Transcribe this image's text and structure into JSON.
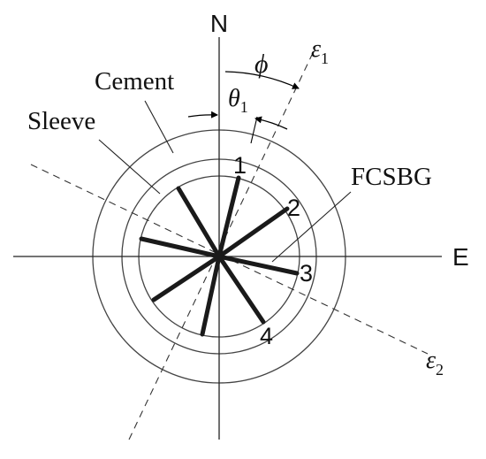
{
  "labels": {
    "north": "N",
    "east": "E",
    "cement": "Cement",
    "sleeve": "Sleeve",
    "fcsbg": "FCSBG",
    "phi": "ϕ",
    "theta": "θ",
    "theta_sub": "1",
    "epsilon1": "ε",
    "epsilon1_sub": "1",
    "epsilon2": "ε",
    "epsilon2_sub": "2"
  },
  "gratings": [
    {
      "id": "1",
      "label": "1"
    },
    {
      "id": "2",
      "label": "2"
    },
    {
      "id": "3",
      "label": "3"
    },
    {
      "id": "4",
      "label": "4"
    }
  ]
}
